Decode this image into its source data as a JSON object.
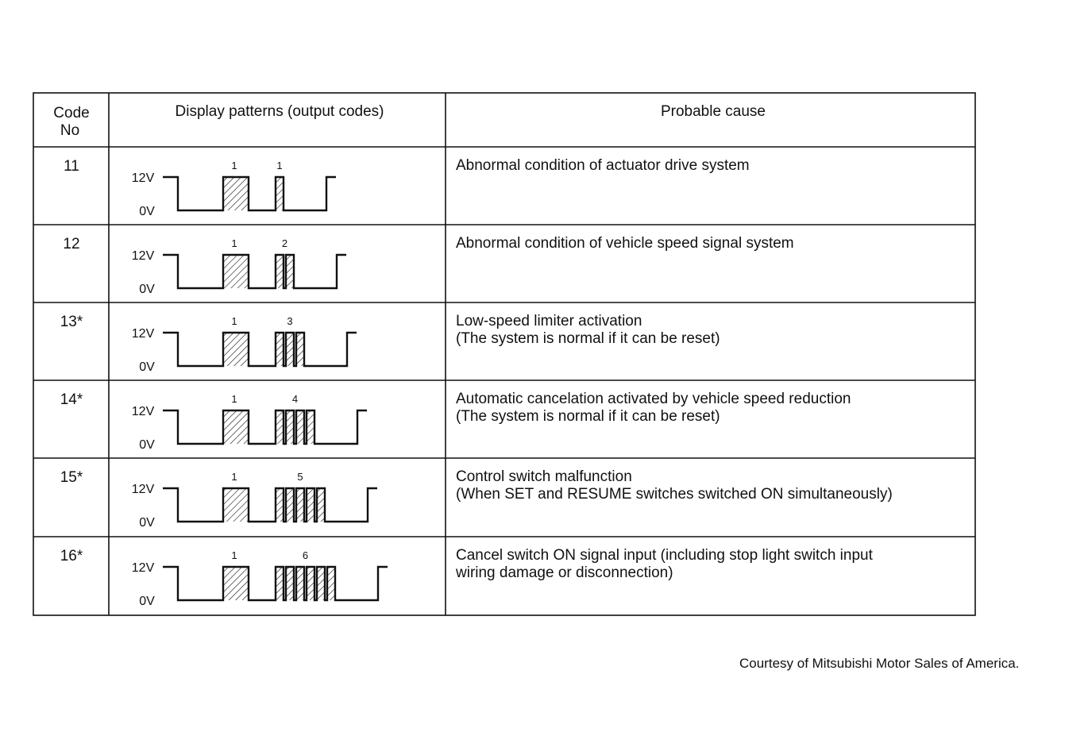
{
  "headers": {
    "code_line1": "Code",
    "code_line2": "No",
    "pattern": "Display patterns (output codes)",
    "cause": "Probable cause"
  },
  "voltage_labels": {
    "high": "12V",
    "low": "0V"
  },
  "rows": [
    {
      "code": "11",
      "first_group": 1,
      "second_group": 1,
      "first_label": "1",
      "second_label": "1",
      "cause_lines": [
        "Abnormal condition of actuator drive system"
      ]
    },
    {
      "code": "12",
      "first_group": 1,
      "second_group": 2,
      "first_label": "1",
      "second_label": "2",
      "cause_lines": [
        "Abnormal condition of vehicle speed signal system"
      ]
    },
    {
      "code": "13*",
      "first_group": 1,
      "second_group": 3,
      "first_label": "1",
      "second_label": "3",
      "cause_lines": [
        "Low-speed limiter activation",
        "(The system is normal if it can be reset)"
      ]
    },
    {
      "code": "14*",
      "first_group": 1,
      "second_group": 4,
      "first_label": "1",
      "second_label": "4",
      "cause_lines": [
        "Automatic cancelation activated by vehicle speed reduction",
        "(The system is normal if it can be reset)"
      ]
    },
    {
      "code": "15*",
      "first_group": 1,
      "second_group": 5,
      "first_label": "1",
      "second_label": "5",
      "cause_lines": [
        "Control switch malfunction",
        "(When SET and RESUME switches switched ON simultaneously)"
      ]
    },
    {
      "code": "16*",
      "first_group": 1,
      "second_group": 6,
      "first_label": "1",
      "second_label": "6",
      "cause_lines": [
        "Cancel switch ON signal input (including stop light switch input",
        "wiring damage or disconnection)"
      ]
    }
  ],
  "footer": "Courtesy of Mitsubishi Motor Sales of America."
}
